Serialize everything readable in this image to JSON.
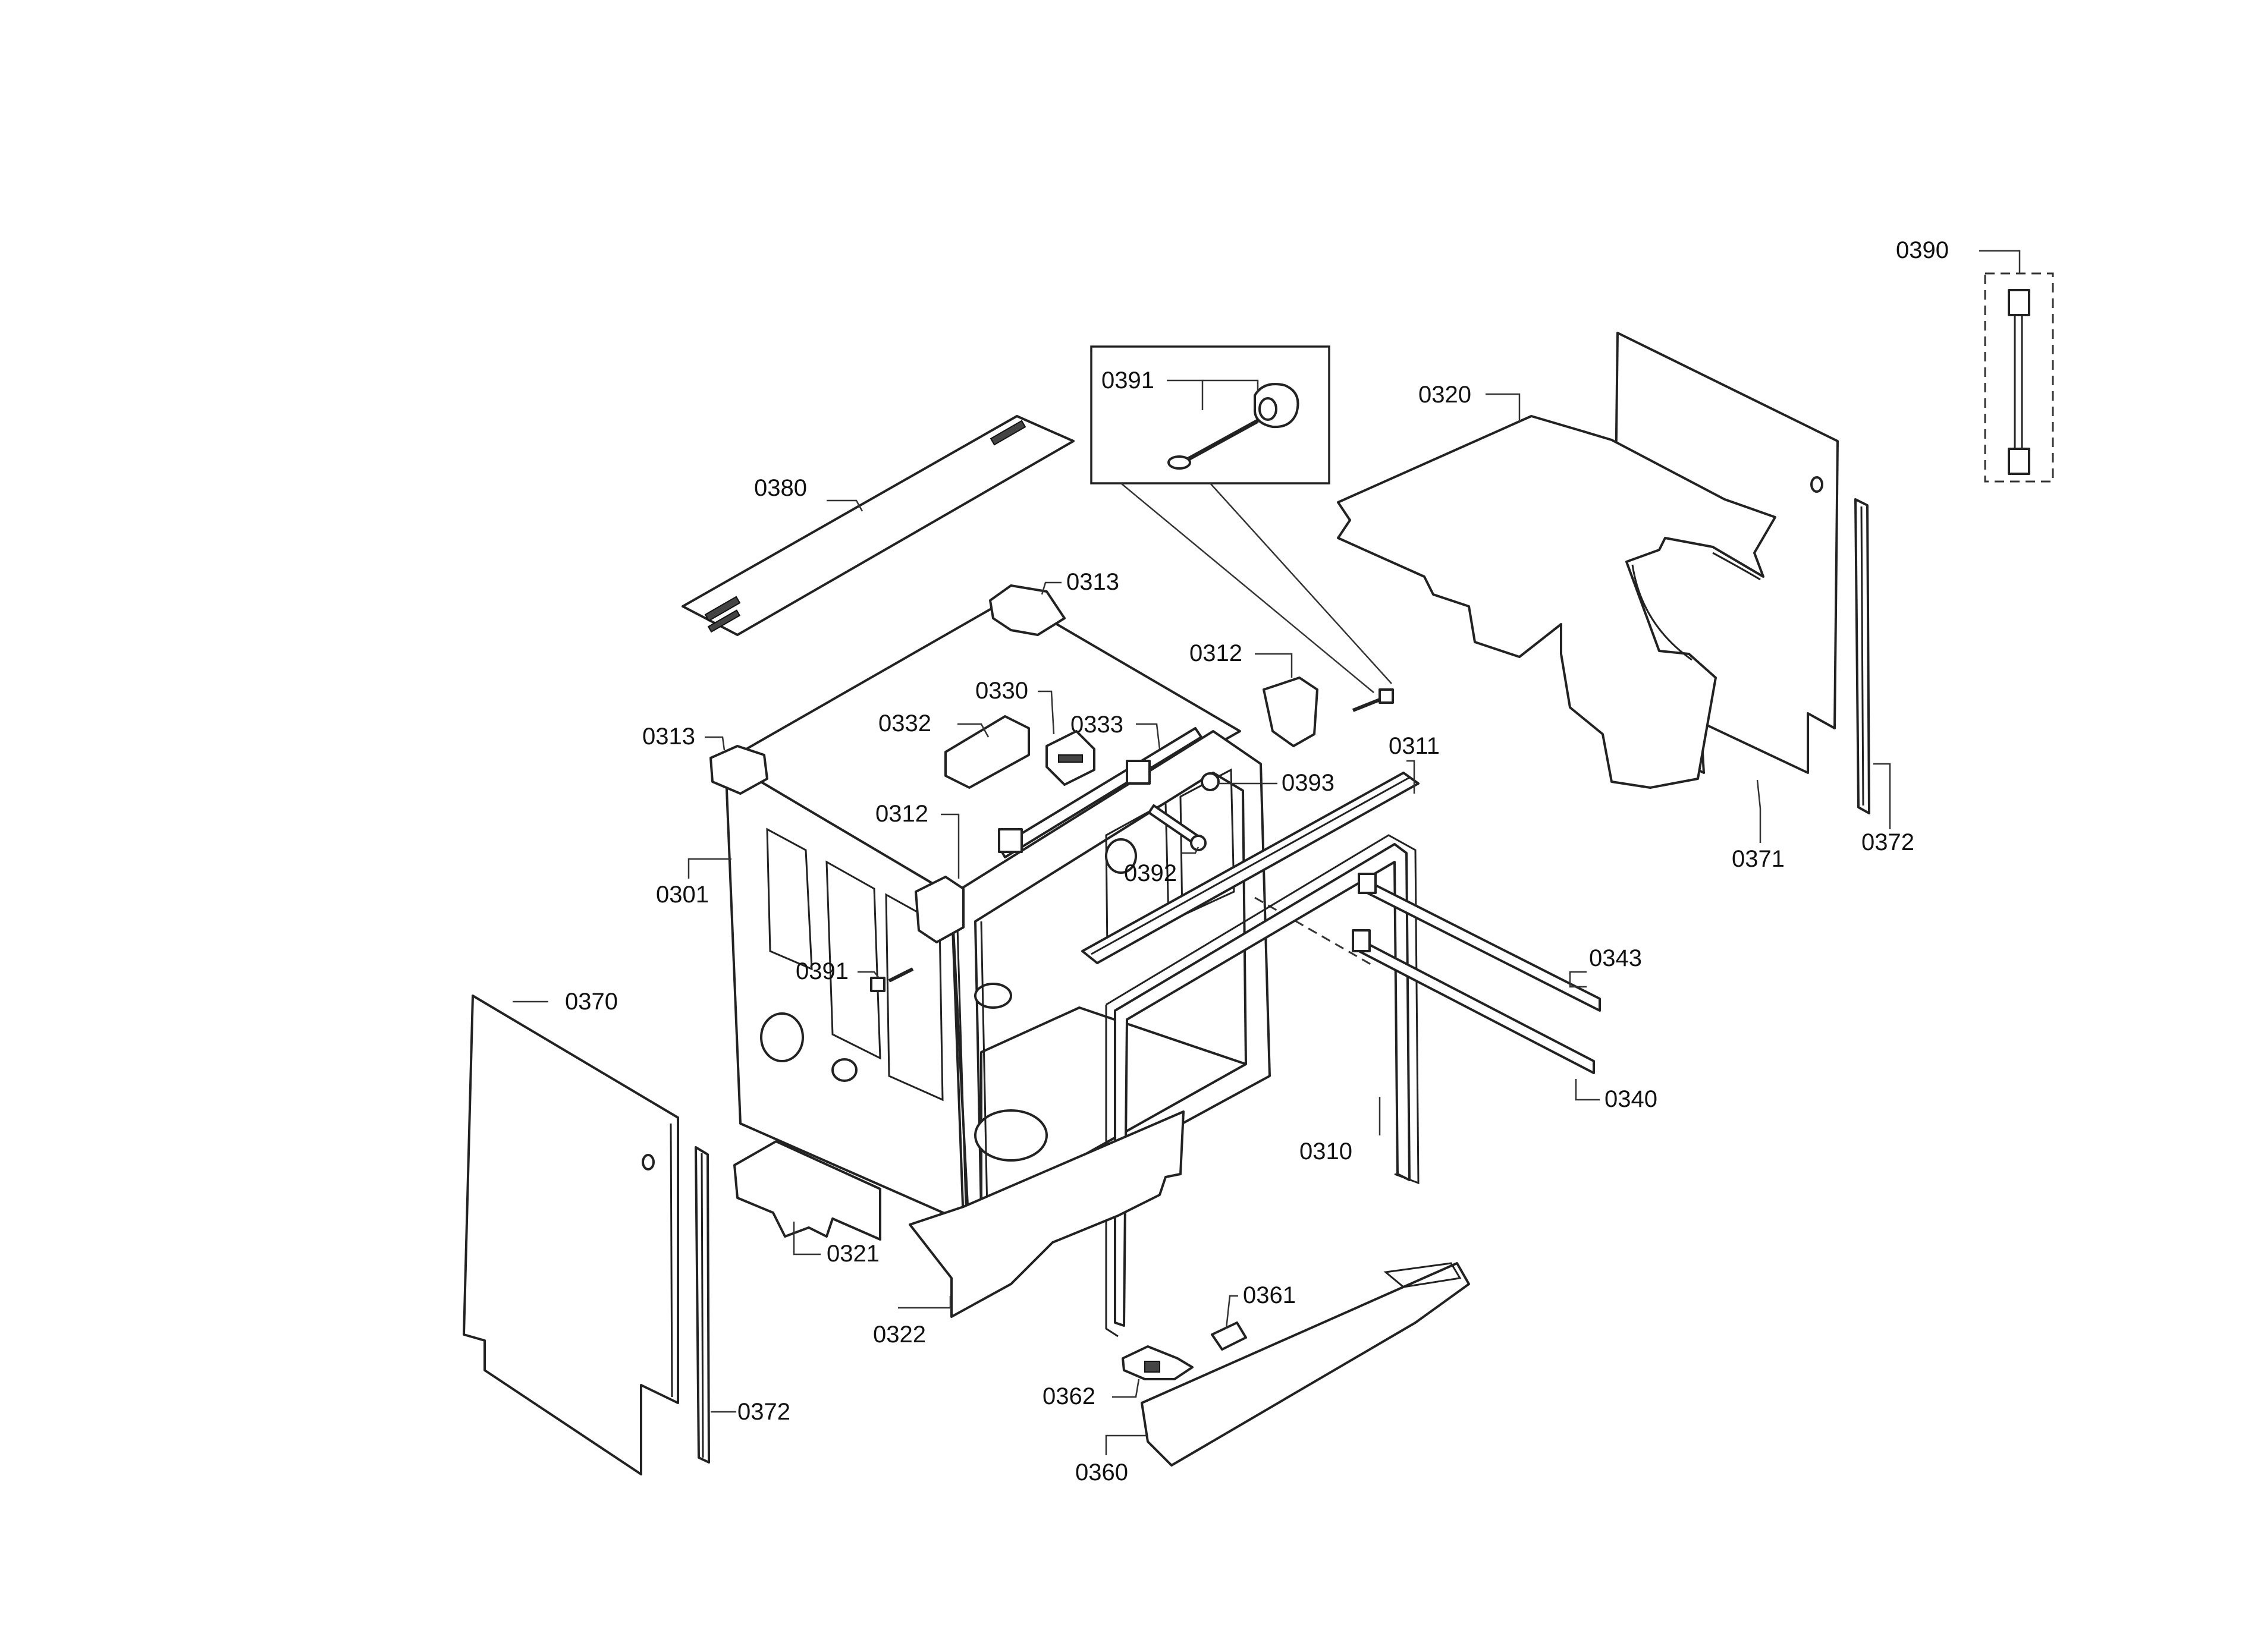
{
  "labels": {
    "p0390": "0390",
    "p0391_inset": "0391",
    "p0320": "0320",
    "p0380": "0380",
    "p0313_top": "0313",
    "p0312_right": "0312",
    "p0330": "0330",
    "p0332": "0332",
    "p0333": "0333",
    "p0313_left": "0313",
    "p0311": "0311",
    "p0393": "0393",
    "p0312_left": "0312",
    "p0301": "0301",
    "p0392": "0392",
    "p0371": "0371",
    "p0372_right": "0372",
    "p0391_main": "0391",
    "p0343": "0343",
    "p0370": "0370",
    "p0340": "0340",
    "p0310": "0310",
    "p0321": "0321",
    "p0361": "0361",
    "p0322": "0322",
    "p0362": "0362",
    "p0372_left": "0372",
    "p0360": "0360"
  }
}
